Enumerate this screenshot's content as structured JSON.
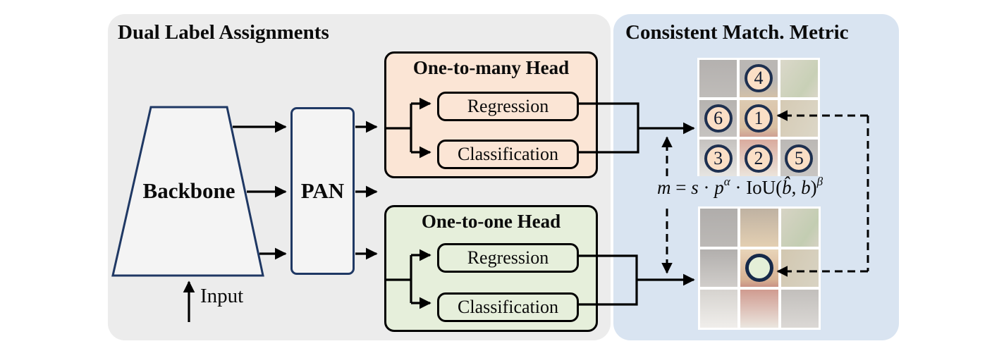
{
  "panels": {
    "dual": {
      "title": "Dual Label Assignments"
    },
    "metric": {
      "title": "Consistent Match. Metric"
    }
  },
  "backbone": {
    "label": "Backbone"
  },
  "pan": {
    "label": "PAN"
  },
  "input": {
    "label": "Input"
  },
  "one_to_many": {
    "title": "One-to-many Head",
    "regression": "Regression",
    "classification": "Classification"
  },
  "one_to_one": {
    "title": "One-to-one Head",
    "regression": "Regression",
    "classification": "Classification"
  },
  "formula": {
    "m": "m",
    "eq": " = ",
    "s": "s",
    "dot1": " · ",
    "p": "p",
    "alpha": "α",
    "dot2": " · ",
    "iou": "IoU(",
    "bhat": "b̂",
    "comma": ", ",
    "b": "b",
    "close": ")",
    "beta": "β"
  },
  "grids": {
    "top": {
      "cells": [
        "background:linear-gradient(180deg,#b4b1af,#bfbcb9)",
        "background:linear-gradient(180deg,#bab7b4 55%,#d2c0a8)",
        "background:linear-gradient(125deg,#dbd8ca,#c8d0b6 70%,#d9d6c8)",
        "background:linear-gradient(180deg,#b6b3b0,#c6c3c0)",
        "background:linear-gradient(180deg,#ddcab1,#d8bfa2 75%,#cfa093)",
        "background:linear-gradient(115deg,#d5cab4,#dcd7c7)",
        "background:linear-gradient(180deg,#c5c2bf,#e7e5e2)",
        "background:linear-gradient(180deg,#d9ab9e,#ece5dc)",
        "background:linear-gradient(180deg,#bbb8b5,#c9c6c3)"
      ],
      "numbers": {
        "c1": "4",
        "c3": "6",
        "c4": "1",
        "c6": "3",
        "c7": "2",
        "c8": "5"
      }
    },
    "bottom": {
      "cells": [
        "background:linear-gradient(180deg,#b0adab,#bcb9b6)",
        "background:linear-gradient(180deg,#bfb2a2,#e3cfb2)",
        "background:linear-gradient(125deg,#d7d4c5,#c3cdb2 70%,#d5d2c3)",
        "background:linear-gradient(180deg,#b2afad,#d0cdca)",
        "background:linear-gradient(180deg,#e8d4b8,#d7b294 80%,#c99286)",
        "background:linear-gradient(115deg,#d2c7b0,#d8d3c3)",
        "background:linear-gradient(180deg,#d6d3cf,#f0eeeb)",
        "background:linear-gradient(180deg,#d09b90,#ebe6df)",
        "background:linear-gradient(180deg,#c2bfbc,#dbd8d5)"
      ]
    }
  },
  "colors": {
    "navy_border": "#1f3864",
    "panel_gray": "#ececec",
    "panel_blue": "#d9e4f1",
    "head_peach": "#fbe5d5",
    "head_green": "#e6efdb",
    "marker_peach": "#fbdfc6",
    "marker_green": "#e4efd8",
    "line_black": "#000000"
  }
}
